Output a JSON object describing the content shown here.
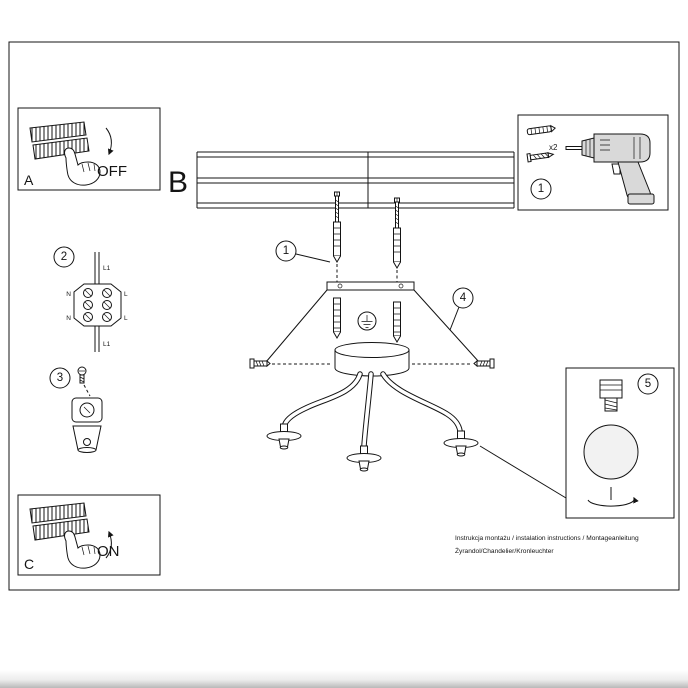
{
  "page": {
    "footer_line1": "Instrukcja montażu / instalation instructions / Montageanleitung",
    "footer_line2": "Żyrandol/Chandelier/Kronleuchter"
  },
  "panel_a": {
    "letter": "A",
    "state": "OFF"
  },
  "panel_c": {
    "letter": "C",
    "state": "ON"
  },
  "section_b": {
    "letter": "B"
  },
  "box_tools": {
    "number": "1",
    "anchor_qty": "x2"
  },
  "box_bulb": {
    "number": "5"
  },
  "callouts": {
    "screws": "1",
    "wiring": "2",
    "ground": "3",
    "canopy": "4"
  },
  "wiring": {
    "top": "L1",
    "row1_left": "N",
    "row1_right": "L",
    "row3_left": "N",
    "row3_right": "L",
    "bottom": "L1"
  }
}
